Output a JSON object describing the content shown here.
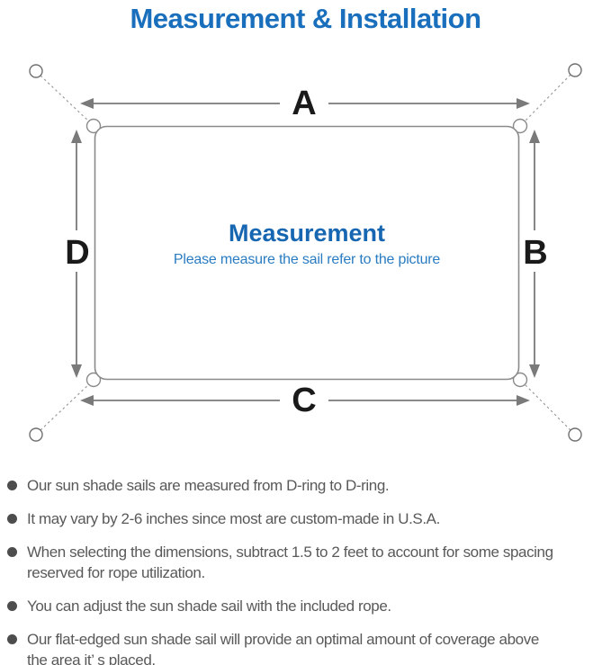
{
  "title": "Measurement & Installation",
  "diagram": {
    "labels": {
      "a": "A",
      "b": "B",
      "c": "C",
      "d": "D"
    },
    "center_title": "Measurement",
    "center_subtitle": "Please measure the sail refer to the picture"
  },
  "bullets": [
    {
      "lines": [
        "Our sun shade sails are measured from D-ring to D-ring."
      ]
    },
    {
      "lines": [
        "It may vary by 2-6 inches since most are custom-made in U.S.A."
      ]
    },
    {
      "lines": [
        "When selecting the dimensions, subtract 1.5 to 2 feet to account for some spacing",
        "reserved for rope utilization."
      ]
    },
    {
      "lines": [
        "You can adjust the sun shade sail with the included rope."
      ]
    },
    {
      "lines": [
        "Our flat-edged sun shade sail will provide an optimal amount of coverage above",
        "the area it’ s placed."
      ]
    }
  ],
  "colors": {
    "title_blue": "#1a6fbd",
    "center_blue": "#1766b2",
    "subtitle_blue": "#2a7cc2",
    "line_gray": "#8a8a8a",
    "arrow_gray": "#7a7a7a",
    "dash_gray": "#9b9b9b",
    "anchor_gray": "#707070",
    "label_black": "#1a1a1a",
    "text_gray": "#595959",
    "dot_gray": "#4d4d4d"
  }
}
